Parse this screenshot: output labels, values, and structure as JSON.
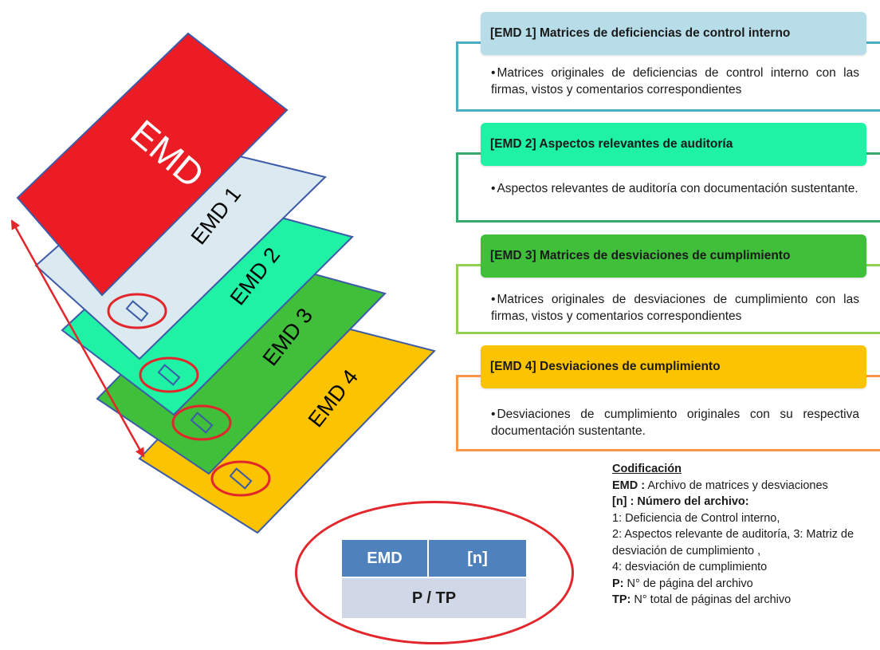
{
  "stack": {
    "cover_label": "EMD",
    "layers": [
      {
        "label": "EMD 1",
        "fill": "#dbeaf0"
      },
      {
        "label": "EMD 2",
        "fill": "#1ff2a4"
      },
      {
        "label": "EMD 3",
        "fill": "#3fbf3a"
      },
      {
        "label": "EMD 4",
        "fill": "#fcc301"
      }
    ],
    "cover_fill": "#ec1c24",
    "outline_color": "#3d5aa8",
    "marker_color": "#e3262b"
  },
  "sections": [
    {
      "title": "[EMD 1] Matrices  de deficiencias  de control interno",
      "body": "Matrices originales de deficiencias de control interno con las firmas, vistos y comentarios correspondientes",
      "header_color": "#b7dde8",
      "frame_color": "#4aacc5"
    },
    {
      "title": "[EMD 2] Aspectos relevantes de auditoría",
      "body": "Aspectos relevantes de auditoría con documentación sustentante.",
      "header_color": "#1ff2a4",
      "frame_color": "#3aa76d"
    },
    {
      "title": "[EMD 3] Matrices  de desviaciones de cumplimiento",
      "body": "Matrices originales de desviaciones de cumplimiento con las firmas, vistos y comentarios correspondientes",
      "header_color": "#3fbf3a",
      "frame_color": "#92d050"
    },
    {
      "title": "[EMD 4] Desviaciones de cumplimiento",
      "body": "Desviaciones de cumplimiento originales con su respectiva documentación sustentante.",
      "header_color": "#fcc301",
      "frame_color": "#f79646"
    }
  ],
  "bullet": "•",
  "code_box": {
    "cell_1": "EMD",
    "cell_2": "[n]",
    "cell_3": "P  / TP"
  },
  "legend": {
    "title": "Codificación",
    "emd_key": "EMD :",
    "emd_value": " Archivo de matrices y desviaciones",
    "n_key": "[n] : Número del archivo:",
    "line_1": "1: Deficiencia de Control interno,",
    "line_2": "2: Aspectos relevante de auditoría, 3: Matriz de desviación de cumplimiento ,",
    "line_3": "4: desviación de cumplimiento",
    "p_key": "P:",
    "p_value": " N° de página del archivo",
    "tp_key": "TP:",
    "tp_value": " N° total de páginas del archivo"
  }
}
